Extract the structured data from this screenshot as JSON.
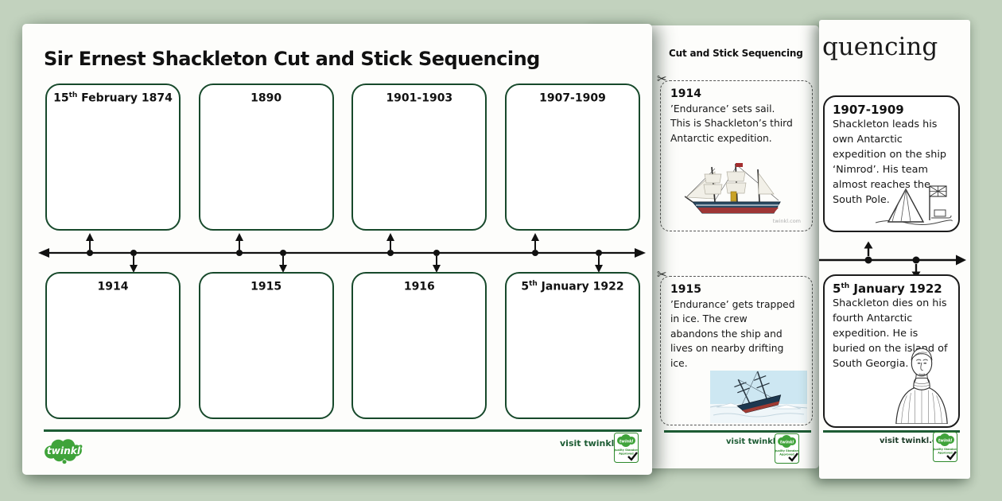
{
  "background_color": "#c2d2be",
  "icons": {
    "scissors": "✂"
  },
  "colors": {
    "box_border_green": "#17492b",
    "footer_line_green": "#1d5c34",
    "twinkl_green": "#3fa33a",
    "visit_green": "#1d5c34",
    "card_border_dark": "#1c1c1c",
    "ink": "#111111"
  },
  "brand": {
    "logo_text": "twinkl",
    "visit_text": "visit twinkl.com",
    "badge_line1": "Quality Standard",
    "badge_line2": "Approved"
  },
  "worksheet": {
    "title": "Sir Ernest Shackleton Cut and Stick Sequencing",
    "top_boxes": [
      {
        "prefix": "15",
        "sup": "th",
        "rest": " February 1874"
      },
      {
        "prefix": "1890",
        "sup": "",
        "rest": ""
      },
      {
        "prefix": "1901-1903",
        "sup": "",
        "rest": ""
      },
      {
        "prefix": "1907-1909",
        "sup": "",
        "rest": ""
      }
    ],
    "bottom_boxes": [
      {
        "prefix": "1914",
        "sup": "",
        "rest": ""
      },
      {
        "prefix": "1915",
        "sup": "",
        "rest": ""
      },
      {
        "prefix": "1916",
        "sup": "",
        "rest": ""
      },
      {
        "prefix": "5",
        "sup": "th",
        "rest": " January 1922"
      }
    ]
  },
  "cards_page": {
    "title_visible": "Cut and Stick Sequencing",
    "watermark": "twinkl.com",
    "cards": [
      {
        "heading": "1914",
        "text": "’Endurance’ sets sail. This is Shackleton’s third Antarctic expedition.",
        "image": "endurance-ship"
      },
      {
        "heading": "1915",
        "text": "’Endurance’ gets trapped in ice. The crew abandons the ship and lives on nearby drifting ice.",
        "image": "ship-trapped-in-ice"
      }
    ]
  },
  "zoom_page": {
    "title_visible": "quencing",
    "cards": [
      {
        "prefix": "1907-1909",
        "sup": "",
        "rest": "",
        "text": "Shackleton leads his own Antarctic expedition on the ship ‘Nimrod’. His team almost reaches the South Pole.",
        "image": "tent-and-flag"
      },
      {
        "prefix": "5",
        "sup": "th",
        "rest": " January 1922",
        "text": "Shackleton dies on his fourth Antarctic expedition. He is buried on the island of South Georgia.",
        "image": "shackleton-portrait"
      }
    ]
  }
}
